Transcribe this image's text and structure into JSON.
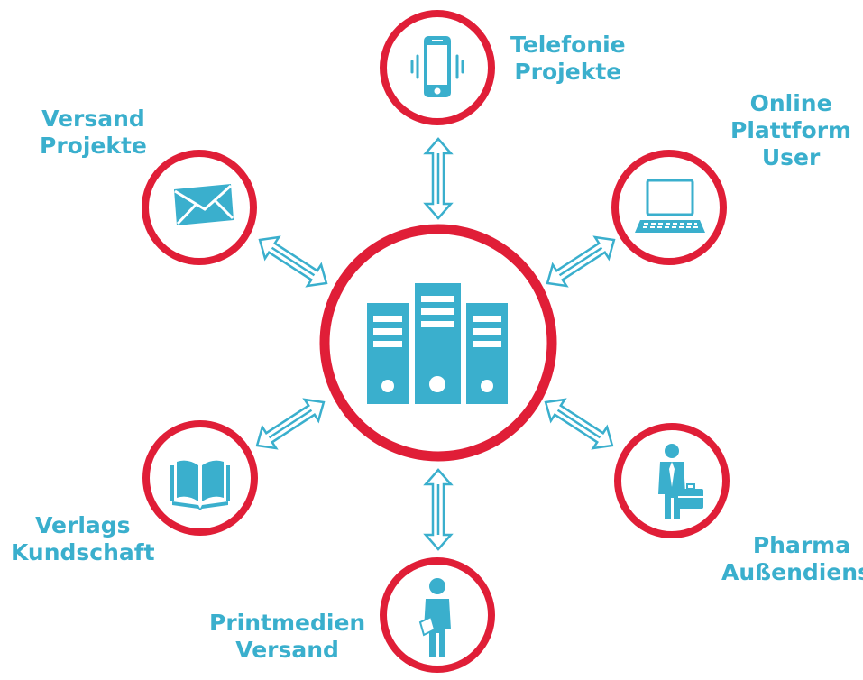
{
  "colors": {
    "ring": "#e01e37",
    "icon": "#3aafcd",
    "text": "#3aafcd",
    "arrow": "#3aafcd"
  },
  "center": {
    "icon": "server-icon"
  },
  "nodes": [
    {
      "id": "telefonie",
      "icon": "smartphone-icon",
      "label": [
        "Telefonie",
        "Projekte"
      ]
    },
    {
      "id": "online",
      "icon": "laptop-icon",
      "label": [
        "Online",
        "Plattform",
        "User"
      ]
    },
    {
      "id": "pharma",
      "icon": "businessman-icon",
      "label": [
        "Pharma",
        "Außendienst"
      ]
    },
    {
      "id": "printmedien",
      "icon": "person-with-document-icon",
      "label": [
        "Printmedien",
        "Versand"
      ]
    },
    {
      "id": "verlags",
      "icon": "open-book-icon",
      "label": [
        "Verlags",
        "Kundschaft"
      ]
    },
    {
      "id": "versand",
      "icon": "envelope-icon",
      "label": [
        "Versand",
        "Projekte"
      ]
    }
  ]
}
